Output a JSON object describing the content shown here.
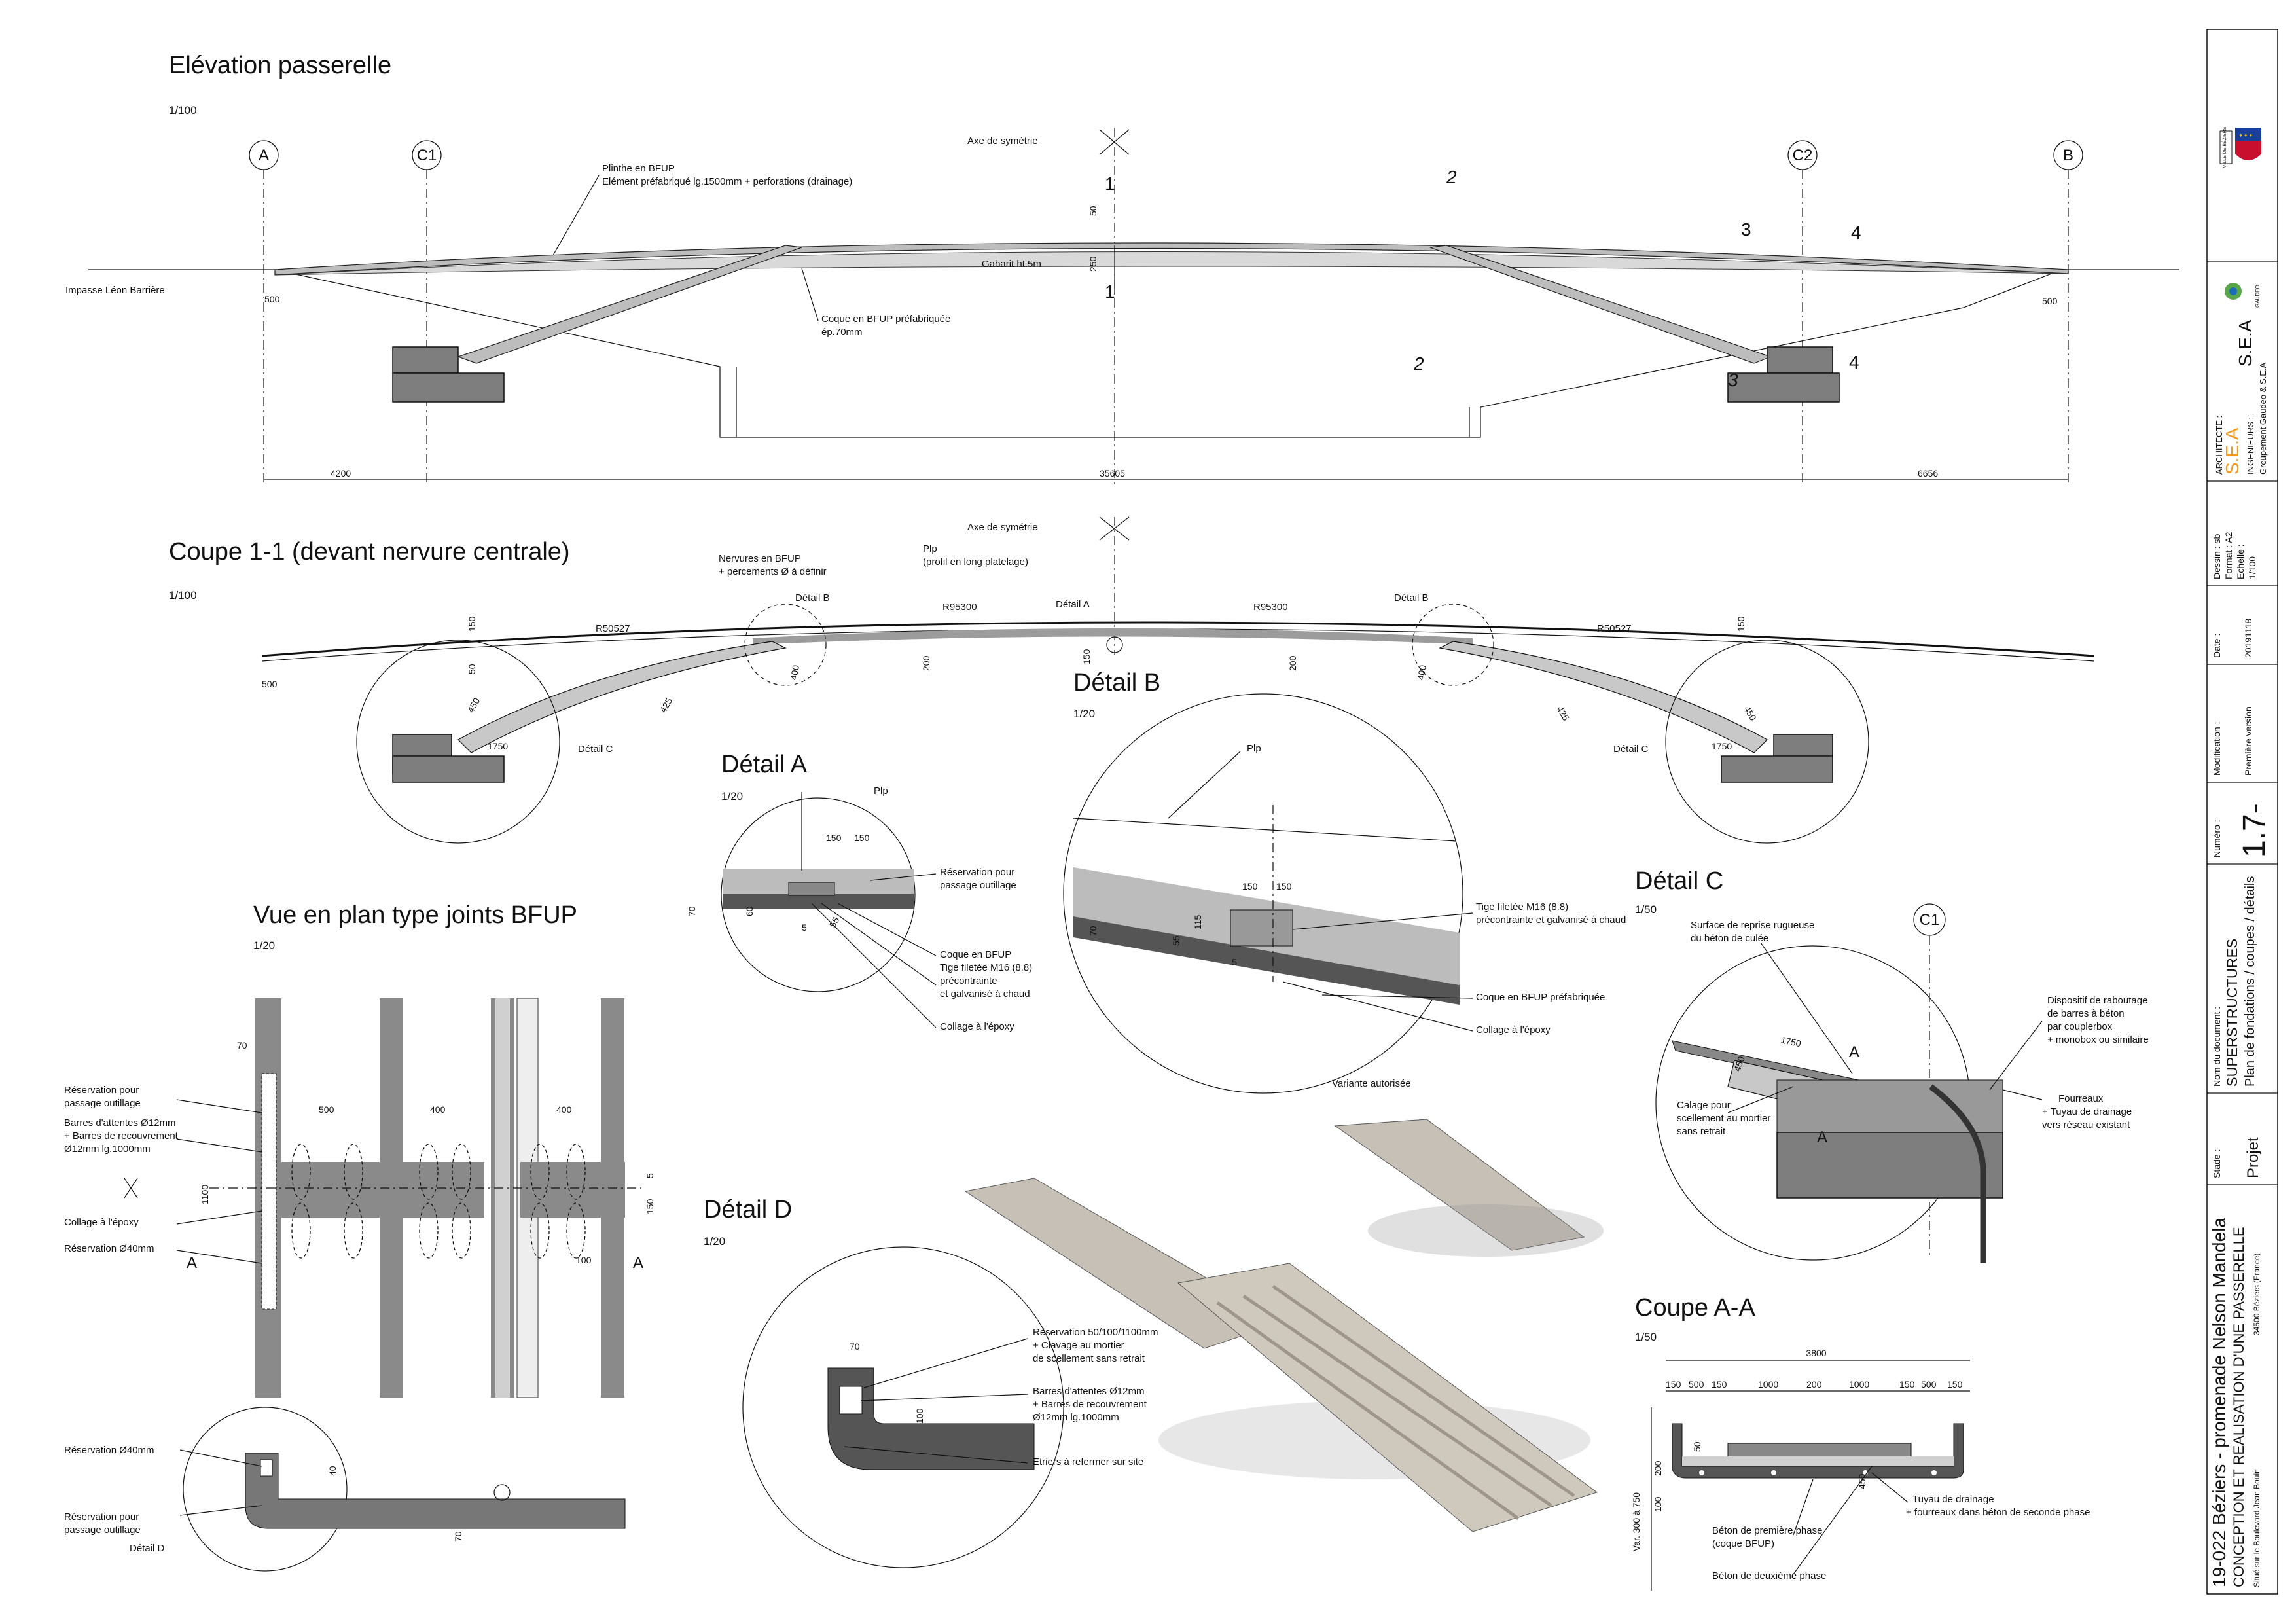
{
  "elevation": {
    "title": "Elévation passerelle",
    "scale": "1/100",
    "axes": [
      "A",
      "C1",
      "C2",
      "B"
    ],
    "symmetry": "Axe de symétrie",
    "street": "Impasse Léon Barrière",
    "plinth_note_1": "Plinthe en BFUP",
    "plinth_note_2": "Elément préfabriqué lg.1500mm + perforations (drainage)",
    "shell_note_1": "Coque en BFUP préfabriquée",
    "shell_note_2": "ép.70mm",
    "gauge": "Gabarit ht.5m",
    "dims": {
      "d500a": "500",
      "d500b": "500",
      "d50": "50",
      "d250": "250",
      "d4200": "4200",
      "d35605": "35605",
      "d6656": "6656"
    },
    "cuts": {
      "c1": "1",
      "c1b": "1",
      "c2": "2",
      "c2b": "2",
      "c3": "3",
      "c3b": "3",
      "c4": "4",
      "c4b": "4"
    }
  },
  "coupe11": {
    "title": "Coupe 1-1 (devant nervure centrale)",
    "scale": "1/100",
    "symmetry": "Axe de symétrie",
    "nerv_1": "Nervures en BFUP",
    "nerv_2": "+ percements Ø à définir",
    "plp_1": "Plp",
    "plp_2": "(profil en long platelage)",
    "r_left": "R50527",
    "r_right": "R50527",
    "r_mid_l": "R95300",
    "r_mid_r": "R95300",
    "det_b_l": "Détail B",
    "det_b_r": "Détail B",
    "det_a": "Détail A",
    "det_c_l": "Détail C",
    "det_c_r": "Détail C",
    "dims": {
      "d150l": "150",
      "d150r": "150",
      "d50": "50",
      "d500": "500",
      "d1750l": "1750",
      "d1750r": "1750",
      "d450l": "450",
      "d450r": "450",
      "d425l": "425",
      "d425r": "425",
      "d200l": "200",
      "d200r": "200",
      "d400l": "400",
      "d400r": "400",
      "d150m": "150"
    }
  },
  "detail_a": {
    "title": "Détail A",
    "scale": "1/20",
    "plp": "Plp",
    "d150a": "150",
    "d150b": "150",
    "d70": "70",
    "d5": "5",
    "d55": "55",
    "d60": "60",
    "reserv_1": "Réservation pour",
    "reserv_2": "passage outillage",
    "coque": "Coque en BFUP",
    "tige_1": "Tige filetée M16 (8.8)",
    "tige_2": "précontrainte",
    "tige_3": "et galvanisé à chaud",
    "collage": "Collage à l'époxy"
  },
  "detail_b": {
    "title": "Détail B",
    "scale": "1/20",
    "plp": "Plp",
    "d150a": "150",
    "d150b": "150",
    "d115": "115",
    "d70": "70",
    "d5": "5",
    "d55": "55",
    "tige_1": "Tige filetée M16 (8.8)",
    "tige_2": "précontrainte et galvanisé à chaud",
    "coque": "Coque en BFUP préfabriquée",
    "collage": "Collage à l'époxy",
    "variante": "Variante autorisée"
  },
  "detail_c": {
    "title": "Détail C",
    "scale": "1/50",
    "axis": "C1",
    "surface_1": "Surface de reprise rugueuse",
    "surface_2": "du béton de culée",
    "disp_1": "Dispositif de raboutage",
    "disp_2": "de barres à béton",
    "disp_3": "par couplerbox",
    "disp_4": "+ monobox ou similaire",
    "fourreaux_1": "Fourreaux",
    "fourreaux_2": "+ Tuyau de drainage",
    "fourreaux_3": "vers réseau existant",
    "calage_1": "Calage pour",
    "calage_2": "scellement au mortier",
    "calage_3": "sans retrait",
    "d1750": "1750",
    "d450": "450",
    "a1": "A",
    "a2": "A"
  },
  "plan_joints": {
    "title": "Vue en plan type joints BFUP",
    "scale": "1/20",
    "reserv_1": "Réservation pour",
    "reserv_2": "passage outillage",
    "barres_1": "Barres d'attentes Ø12mm",
    "barres_2": "+ Barres de recouvrement",
    "barres_3": "Ø12mm lg.1000mm",
    "collage": "Collage à l'époxy",
    "reserv40": "Réservation Ø40mm",
    "d70": "70",
    "d500": "500",
    "d400a": "400",
    "d400b": "400",
    "d1100": "1100",
    "d150": "150",
    "d5": "5",
    "d100": "100",
    "a_left": "A",
    "a_right": "A",
    "low_reserv40": "Réservation Ø40mm",
    "low_reserv_1": "Réservation pour",
    "low_reserv_2": "passage outillage",
    "low_detail_d": "Détail D",
    "low_d70": "70",
    "low_d40": "40"
  },
  "detail_d": {
    "title": "Détail D",
    "scale": "1/20",
    "d70": "70",
    "d100": "100",
    "res_1": "Réservation 50/100/1100mm",
    "res_2": "+ Clavage au mortier",
    "res_3": "de scellement sans retrait",
    "bar_1": "Barres d'attentes Ø12mm",
    "bar_2": "+ Barres de recouvrement",
    "bar_3": "Ø12mm lg.1000mm",
    "etriers": "Etriers à refermer sur site"
  },
  "coupe_aa": {
    "title": "Coupe A-A",
    "scale": "1/50",
    "total": "3800",
    "parts": [
      "150",
      "500",
      "150",
      "1000",
      "200",
      "1000",
      "150",
      "500",
      "150"
    ],
    "d50": "50",
    "d200": "200",
    "d100": "100",
    "d450": "450",
    "var": "Var. 300 à 750",
    "drain_1": "Tuyau de drainage",
    "drain_2": "+ fourreaux dans béton de seconde phase",
    "beton1_1": "Béton de première phase",
    "beton1_2": "(coque BFUP)",
    "beton2": "Béton de deuxième phase"
  },
  "cartouche": {
    "project_line1": "19-022 Béziers - promenade Nelson Mandela",
    "project_line2": "CONCEPTION ET REALISATION D'UNE PASSERELLE",
    "address": "Situé sur le Boulevard Jean Bouin",
    "city": "34500 Béziers (France)",
    "stade_label": "Stade :",
    "stade": "Projet",
    "doc_label": "Nom du document :",
    "doc_1": "SUPERSTRUCTURES",
    "doc_2": "Plan de fondations / coupes / détails",
    "num_label": "Numéro :",
    "num": "1.7-",
    "modif_label": "Modification :",
    "modif": "Première version",
    "date_label": "Date :",
    "date": "20191118",
    "dessin_1": "Dessin : sb",
    "dessin_2": "Format : A2",
    "dessin_3": "Echelle :",
    "dessin_4": "1/100",
    "arch_label": "ARCHITECTE :",
    "arch": "S.E.A",
    "ing_label": "INGENIEURS :",
    "ing": "Groupement Gaudeo & S.E.A",
    "logo_text": "S.E.A",
    "logo_small": "GAUDEO",
    "crest_text": "VILLE DE BÉZIERS"
  }
}
